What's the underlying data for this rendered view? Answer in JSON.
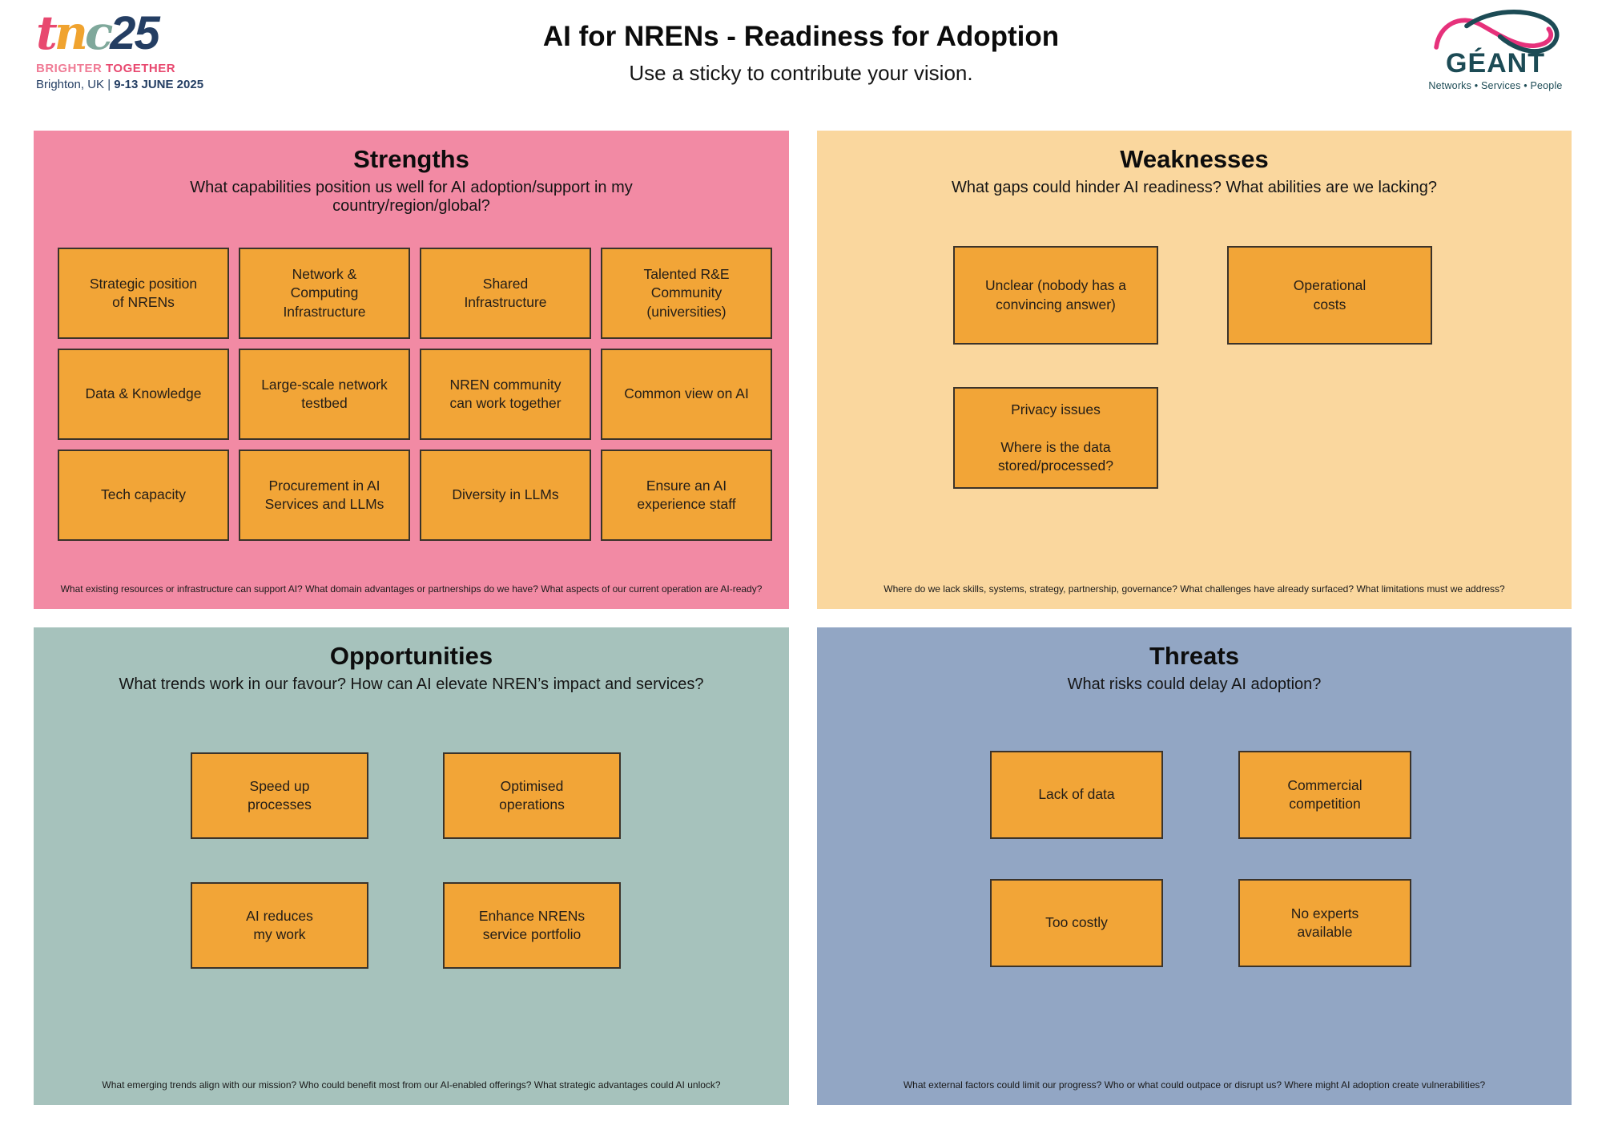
{
  "header": {
    "title": "AI for NRENs - Readiness for Adoption",
    "subtitle": "Use a sticky to contribute your vision.",
    "tnc25_logo": {
      "t": "t",
      "n": "n",
      "c": "c",
      "year": "25",
      "tagline_light": "BRIGHTER",
      "tagline_bold": "TOGETHER",
      "location": "Brighton, UK",
      "separator": "|",
      "dates": "9-13 JUNE 2025"
    },
    "geant_logo": {
      "name": "GÉANT",
      "tagline": "Networks • Services • People"
    }
  },
  "colors": {
    "strengths_bg": "#F28AA4",
    "weaknesses_bg": "#FAD79E",
    "opportunities_bg": "#A6C2BC",
    "threats_bg": "#92A6C4",
    "sticky_fill": "#F2A537",
    "sticky_border": "#3B332A",
    "tnc_pink": "#E8486F",
    "tnc_orange": "#F0A32F",
    "tnc_teal": "#7FA89B",
    "tnc_navy": "#243E63",
    "geant_pink": "#E6317B",
    "geant_teal": "#1C4B55"
  },
  "quadrants": [
    {
      "id": "strengths",
      "title": "Strengths",
      "question": "What capabilities position us well for AI adoption/support in my country/region/global?",
      "footer": "What existing resources or infrastructure can support AI? What domain advantages or partnerships do we have? What aspects of our current operation are AI-ready?",
      "bg": "#F28AA4",
      "stickies": [
        {
          "label": "Strategic position\nof NRENs"
        },
        {
          "label": "Network &\nComputing\nInfrastructure"
        },
        {
          "label": "Shared\nInfrastructure"
        },
        {
          "label": "Talented R&E\nCommunity\n(universities)"
        },
        {
          "label": "Data & Knowledge"
        },
        {
          "label": "Large-scale network\ntestbed"
        },
        {
          "label": "NREN community\ncan work together"
        },
        {
          "label": "Common view on AI"
        },
        {
          "label": "Tech capacity"
        },
        {
          "label": "Procurement in AI\nServices and LLMs"
        },
        {
          "label": "Diversity in LLMs"
        },
        {
          "label": "Ensure an AI\nexperience staff"
        }
      ]
    },
    {
      "id": "weaknesses",
      "title": "Weaknesses",
      "question": "What gaps could hinder AI readiness? What abilities are we lacking?",
      "footer": "Where do we lack skills, systems, strategy, partnership, governance? What challenges have already surfaced? What limitations must we address?",
      "bg": "#FAD79E",
      "stickies": [
        {
          "label": "Unclear (nobody has a\nconvincing answer)"
        },
        {
          "label": "Operational\ncosts"
        },
        {
          "label": "Privacy issues\n\nWhere is the data\nstored/processed?"
        }
      ]
    },
    {
      "id": "opportunities",
      "title": "Opportunities",
      "question": "What trends work in our favour? How can AI elevate NREN’s impact and services?",
      "footer": "What emerging trends align with our mission? Who could benefit most from our AI-enabled offerings? What strategic advantages could AI unlock?",
      "bg": "#A6C2BC",
      "stickies": [
        {
          "label": "Speed up\nprocesses"
        },
        {
          "label": "Optimised\noperations"
        },
        {
          "label": "AI reduces\nmy work"
        },
        {
          "label": "Enhance NRENs\nservice portfolio"
        }
      ]
    },
    {
      "id": "threats",
      "title": "Threats",
      "question": "What risks could delay AI adoption?",
      "footer": "What external factors could limit our progress? Who or what could outpace or disrupt us? Where might AI adoption create vulnerabilities?",
      "bg": "#92A6C4",
      "stickies": [
        {
          "label": "Lack of data"
        },
        {
          "label": "Commercial\ncompetition"
        },
        {
          "label": "Too costly"
        },
        {
          "label": "No experts\navailable"
        }
      ]
    }
  ]
}
